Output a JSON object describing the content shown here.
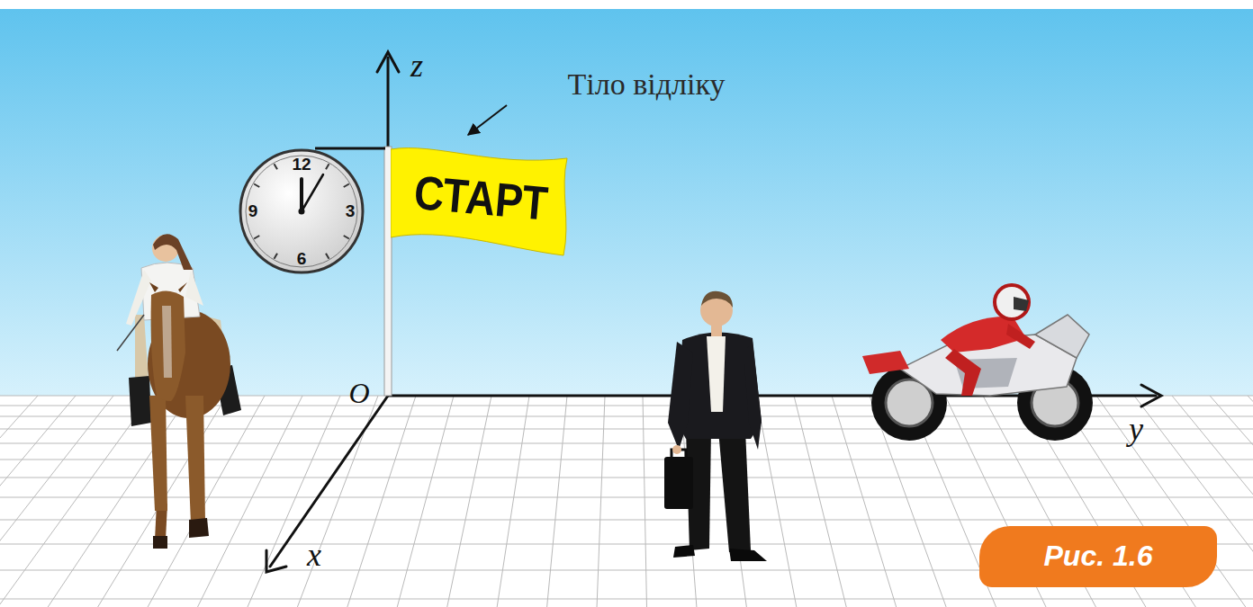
{
  "diagram": {
    "caption": "Рис. 1.6",
    "nodes": [
      {
        "text": [
          "СТАРТ"
        ]
      }
    ],
    "labels": [
      "Тіло відліку",
      "z",
      "y",
      "x",
      "O",
      "12",
      "3",
      "6",
      "9"
    ]
  }
}
